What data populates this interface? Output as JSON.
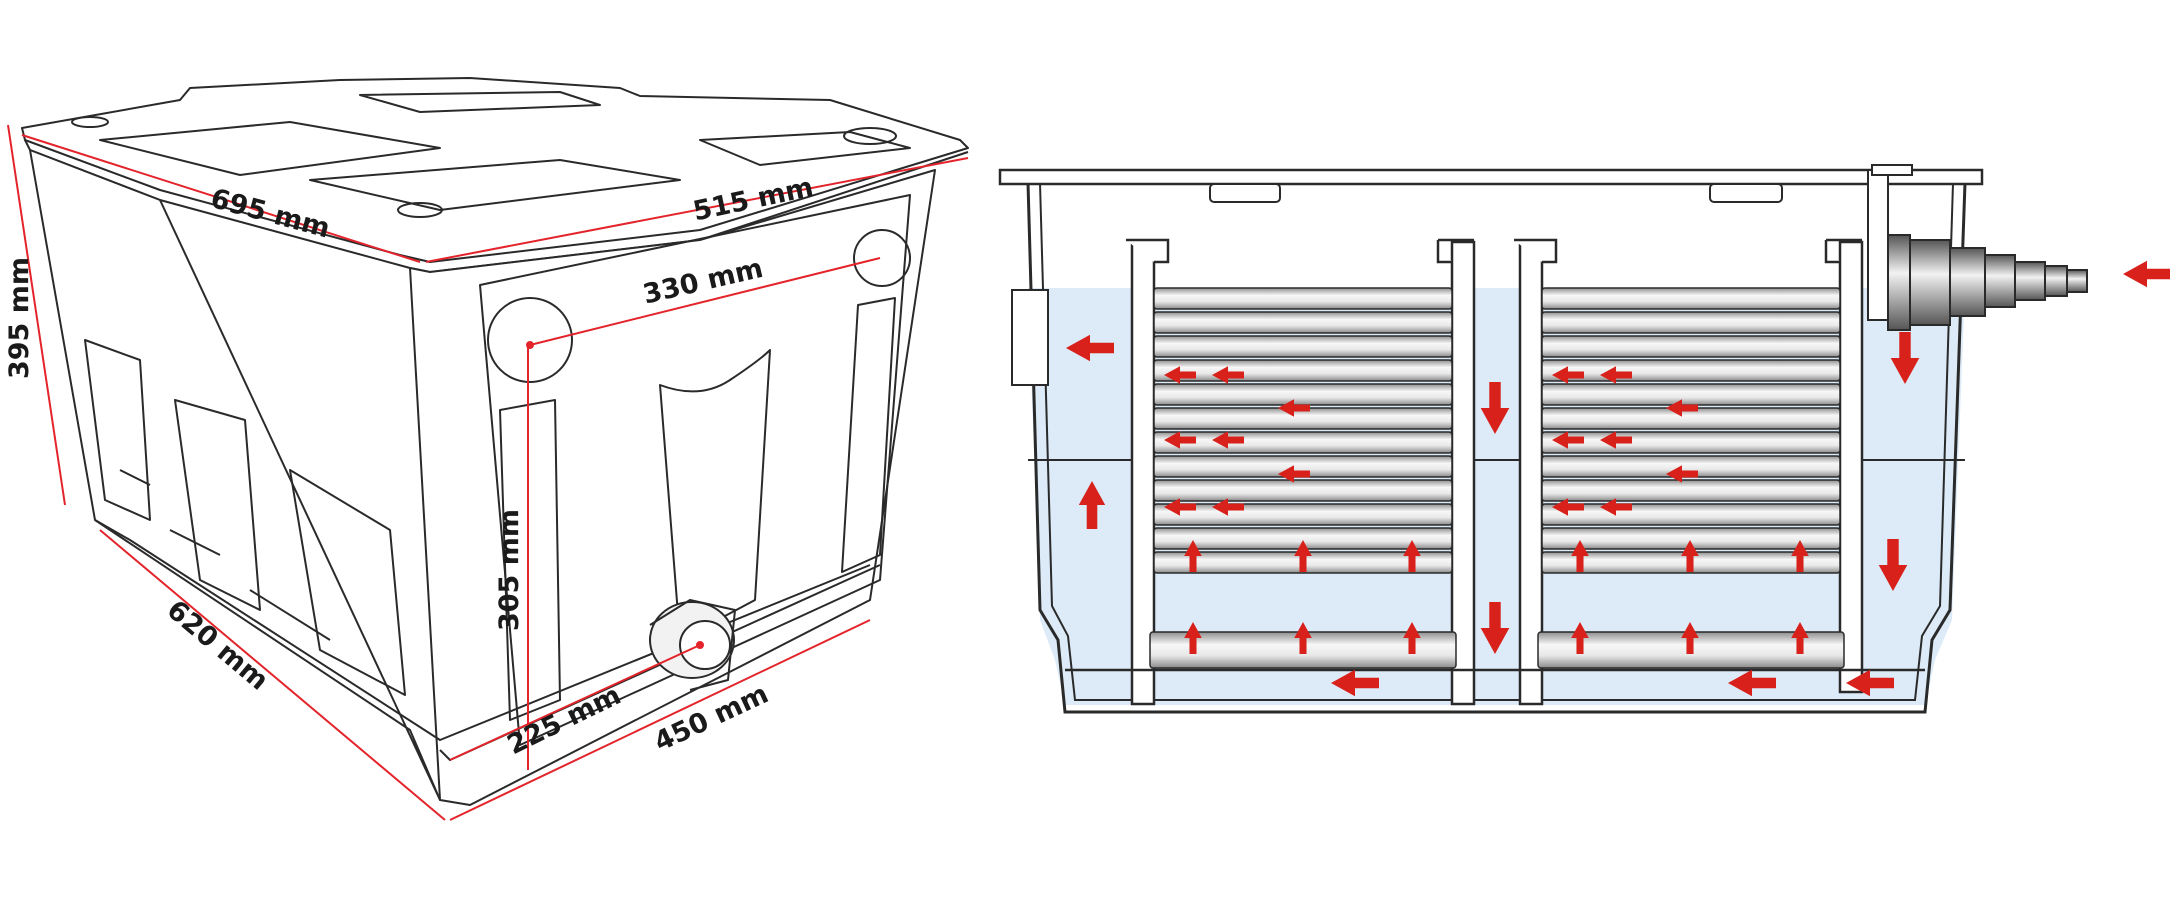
{
  "colors": {
    "line": "#2a2a2a",
    "dimension": "#e3242b",
    "water": "#dcebf7",
    "media_light": "#f4f4f4",
    "media_dark": "#9a9a9a",
    "flow_arrow": "#d9211c"
  },
  "dimensions": {
    "top_length": "515 mm",
    "top_width": "695 mm",
    "height": "395 mm",
    "base_depth": "620 mm",
    "base_width": "450 mm",
    "inlet_spacing": "330 mm",
    "outlet_height": "305 mm",
    "outlet_offset": "225 mm"
  }
}
